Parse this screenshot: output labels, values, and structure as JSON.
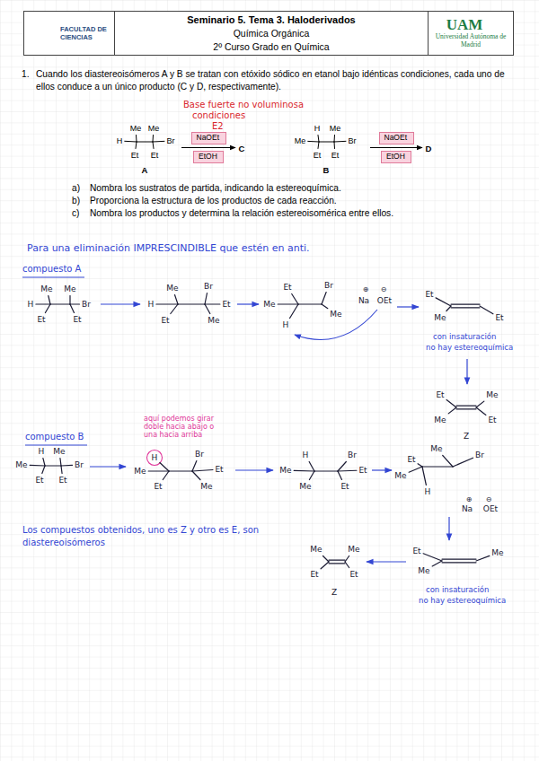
{
  "diagram": {
    "nodes": [
      {
        "text": [
          "FACULTAD DE CIENCIAS"
        ]
      },
      {
        "text": [
          "Seminario 5. Tema 3. Haloderivados",
          "Química Orgánica",
          "2º Curso Grado en Química"
        ]
      },
      {
        "text": [
          "UAM",
          "Universidad Autónoma de Madrid"
        ]
      },
      {
        "text": [
          "NaOEt"
        ]
      },
      {
        "text": [
          "EtOH"
        ]
      },
      {
        "text": [
          "NaOEt"
        ]
      },
      {
        "text": [
          "EtOH"
        ]
      }
    ],
    "labels": [
      "1.",
      "Cuando los diastereoisómeros A y B se tratan con etóxido sódico en etanol bajo idénticas condiciones, cada uno de ellos conduce a un único producto (C y D, respectivamente).",
      "Me",
      "Me",
      "H",
      "Br",
      "Et",
      "Et",
      "A",
      "C",
      "Base fuerte no voluminosa",
      "condiciones",
      "E2",
      "H",
      "Me",
      "Me",
      "Br",
      "Et",
      "Et",
      "B",
      "D",
      "a)",
      "Nombra los sustratos de partida, indicando la estereoquímica.",
      "b)",
      "Proporciona la estructura de los productos de cada reacción.",
      "c)",
      "Nombra los productos y determina la relación estereoisomérica entre ellos.",
      "Para una eliminación IMPRESCINDIBLE que estén en anti.",
      "compuesto A",
      "Me",
      "Me",
      "H",
      "Br",
      "Et",
      "Et",
      "Me",
      "Br",
      "H",
      "Et",
      "Et",
      "Me",
      "Et",
      "Br",
      "Me",
      "Me",
      "H",
      "⊕",
      "Na",
      "⊖",
      "OEt",
      "Et",
      "Me",
      "Et",
      "con insaturación",
      "no hay estereoquímica",
      "Et",
      "Me",
      "Me",
      "Et",
      "Z",
      "compuesto B",
      "aquí podemos girar doble hacia abajo o una hacia arriba",
      "H",
      "Me",
      "Me",
      "Br",
      "Et",
      "Et",
      "H",
      "Br",
      "Me",
      "Et",
      "Et",
      "Me",
      "H",
      "Br",
      "Me",
      "Et",
      "Me",
      "Et",
      "Et",
      "Me",
      "Br",
      "Me",
      "H",
      "⊕",
      "Na",
      "⊖",
      "OEt",
      "Et",
      "Me",
      "Me",
      "con insaturación",
      "no hay estereoquímica",
      "Me",
      "Me",
      "Et",
      "Et",
      "Z",
      "Los compuestos obtenidos, uno es Z y otro es E, son diastereoisómeros"
    ]
  }
}
